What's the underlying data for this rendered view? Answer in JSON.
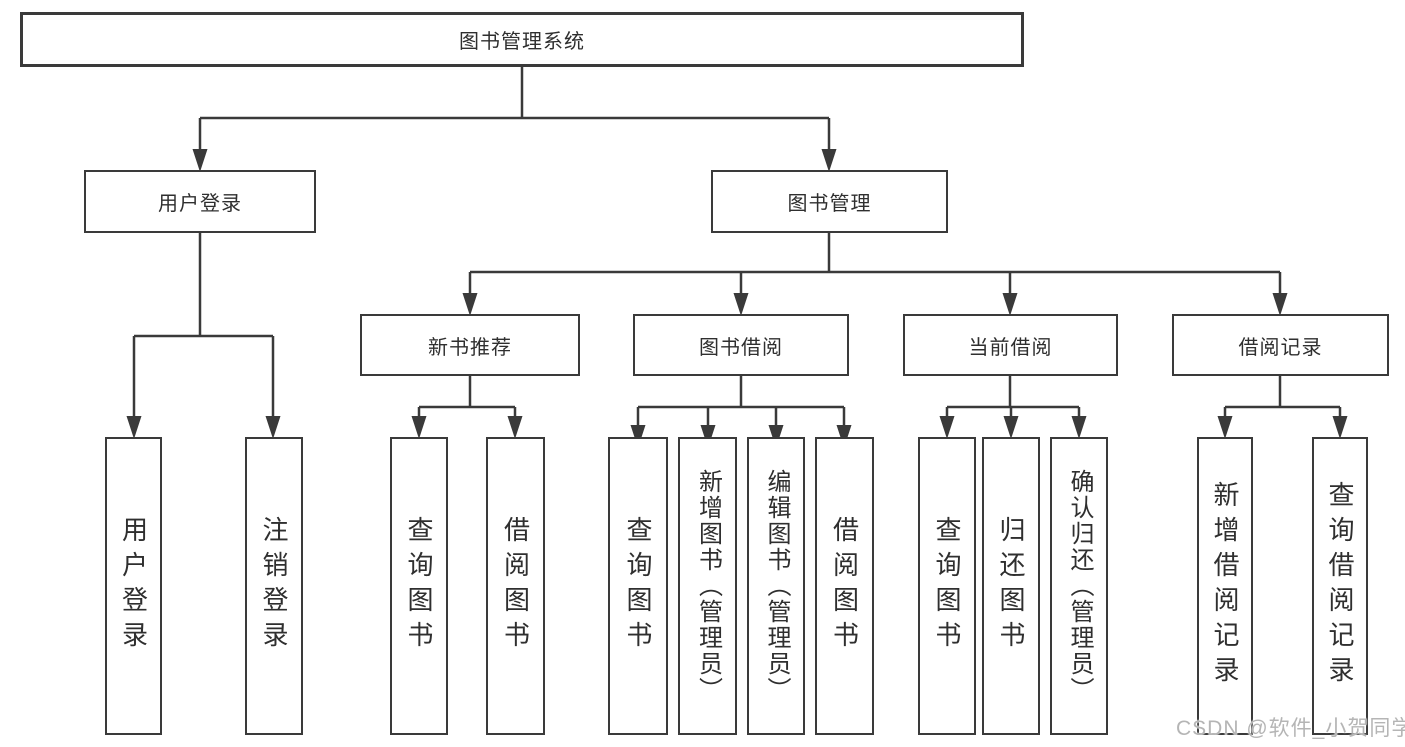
{
  "colors": {
    "line": "#3a3a3a",
    "text": "#2f2f2f",
    "watermark": "#b5b5b5"
  },
  "tree": {
    "label": "图书管理系统",
    "children": [
      {
        "label": "用户登录",
        "children": [
          {
            "label": "用户登录"
          },
          {
            "label": "注销登录"
          }
        ]
      },
      {
        "label": "图书管理",
        "children": [
          {
            "label": "新书推荐",
            "children": [
              {
                "label": "查询图书"
              },
              {
                "label": "借阅图书"
              }
            ]
          },
          {
            "label": "图书借阅",
            "children": [
              {
                "label": "查询图书"
              },
              {
                "label": "新增图书（管理员）"
              },
              {
                "label": "编辑图书（管理员）"
              },
              {
                "label": "借阅图书"
              }
            ]
          },
          {
            "label": "当前借阅",
            "children": [
              {
                "label": "查询图书"
              },
              {
                "label": "归还图书"
              },
              {
                "label": "确认归还（管理员）"
              }
            ]
          },
          {
            "label": "借阅记录",
            "children": [
              {
                "label": "新增借阅记录"
              },
              {
                "label": "查询借阅记录"
              }
            ]
          }
        ]
      }
    ]
  },
  "watermark": {
    "text": "CSDN @软件_小贺同学"
  }
}
